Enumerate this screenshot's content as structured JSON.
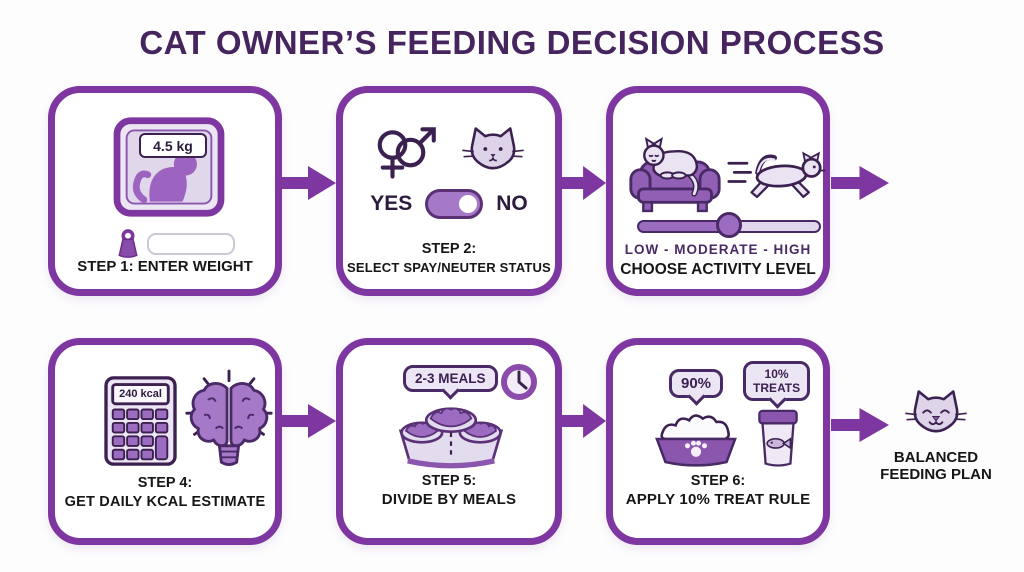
{
  "title": "CAT OWNER’S FEEDING DECISION PROCESS",
  "colors": {
    "border_purple": "#7e36a0",
    "title_purple": "#46245e",
    "outline_dark_purple": "#3b2050",
    "mid_purple": "#9b6cc0",
    "couch_purple": "#8a56ae",
    "lavender": "#ece6f4",
    "label_black": "#161616"
  },
  "step1": {
    "scale_reading": "4.5 kg",
    "weight_input_value": "",
    "label": "STEP 1: ENTER WEIGHT"
  },
  "step2": {
    "toggle_left": "YES",
    "toggle_right": "NO",
    "label1": "STEP 2:",
    "label2": "SELECT SPAY/NEUTER STATUS"
  },
  "step3": {
    "levels": "LOW - MODERATE - HIGH",
    "label": "CHOOSE ACTIVITY LEVEL"
  },
  "step4": {
    "calc_display": "240 kcal",
    "label1": "STEP 4:",
    "label2": "GET DAILY KCAL ESTIMATE"
  },
  "step5": {
    "bubble": "2-3 MEALS",
    "label1": "STEP 5:",
    "label2": "DIVIDE BY MEALS"
  },
  "step6": {
    "bubble_main": "90%",
    "bubble_treats1": "10%",
    "bubble_treats2": "TREATS",
    "label1": "STEP 6:",
    "label2": "APPLY 10% TREAT RULE"
  },
  "result": {
    "line1": "BALANCED",
    "line2": "FEEDING PLAN"
  }
}
